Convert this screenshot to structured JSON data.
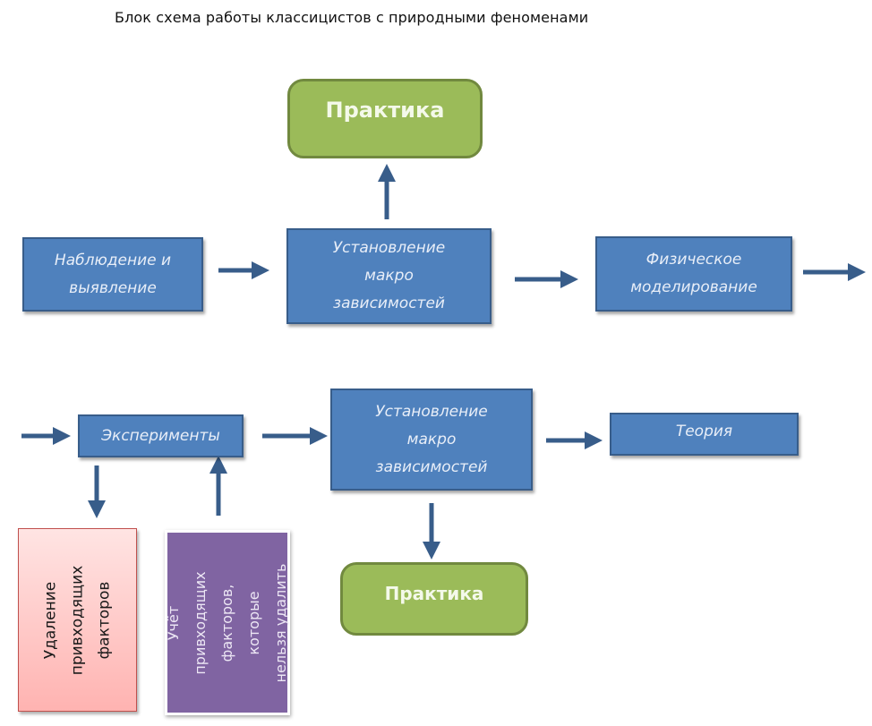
{
  "title": "Блок схема работы классицистов с природными феноменами",
  "colors": {
    "blue_fill": "#4f81bd",
    "blue_border": "#385d8a",
    "green_fill": "#9bbb59",
    "green_border": "#71893f",
    "pink_fill": "#ffb3b1",
    "purple_fill": "#8064a2",
    "arrow": "#385d8a"
  },
  "nodes": {
    "practice_top": "Практика",
    "observation": "Наблюдение и выявление",
    "macro_top": "Установление макро зависимостей",
    "physical_modeling": "Физическое моделирование",
    "experiments": "Эксперименты",
    "macro_bottom": "Установление макро зависимостей",
    "theory": "Теория",
    "practice_bottom": "Практика",
    "remove_factors": "Удаление привходящих факторов",
    "account_factors": "Учёт привходящих факторов, которые нельзя удалить"
  },
  "edges": [
    {
      "from": "observation",
      "to": "macro_top"
    },
    {
      "from": "macro_top",
      "to": "practice_top"
    },
    {
      "from": "macro_top",
      "to": "physical_modeling"
    },
    {
      "from": "physical_modeling",
      "to": "continue"
    },
    {
      "from": "continue",
      "to": "experiments"
    },
    {
      "from": "experiments",
      "to": "remove_factors"
    },
    {
      "from": "account_factors",
      "to": "experiments"
    },
    {
      "from": "experiments",
      "to": "macro_bottom"
    },
    {
      "from": "macro_bottom",
      "to": "theory"
    },
    {
      "from": "macro_bottom",
      "to": "practice_bottom"
    }
  ]
}
